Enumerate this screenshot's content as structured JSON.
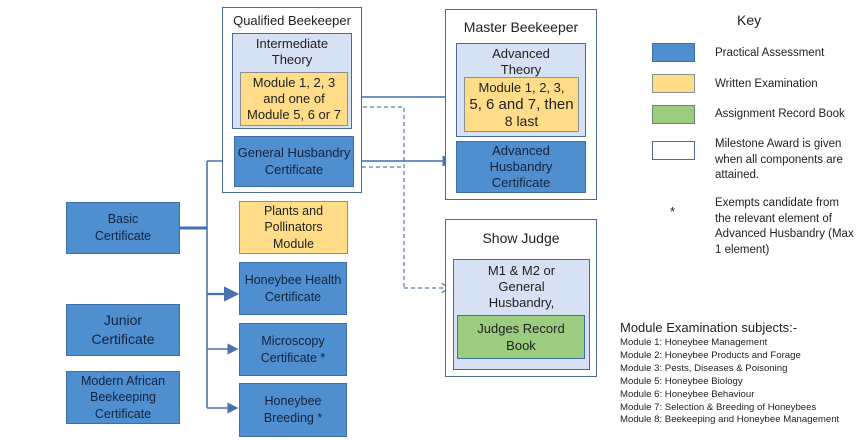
{
  "qualified_beekeeper": {
    "title": "Qualified Beekeeper",
    "intermediate_theory": {
      "title_line1": "Intermediate",
      "title_line2": "Theory",
      "exam_line1": "Module 1, 2, 3",
      "exam_line2": "and one of",
      "exam_line3": "Module 5, 6 or 7"
    },
    "general_husbandry": {
      "line1": "General Husbandry",
      "line2": "Certificate"
    }
  },
  "master_beekeeper": {
    "title": "Master Beekeeper",
    "advanced_theory": {
      "title_line1": "Advanced",
      "title_line2": "Theory",
      "exam_line1": "Module 1, 2, 3,",
      "exam_line2": "5, 6 and 7, then",
      "exam_line3": "8 last"
    },
    "advanced_husbandry": {
      "line1": "Advanced",
      "line2": "Husbandry",
      "line3": "Certificate"
    }
  },
  "show_judge": {
    "title": "Show Judge",
    "req_line1": "M1 & M2 or",
    "req_line2": "General",
    "req_line3": "Husbandry,",
    "record_line1": "Judges Record",
    "record_line2": "Book"
  },
  "left_column": {
    "basic": {
      "line1": "Basic",
      "line2": "Certificate"
    },
    "junior": {
      "line1": "Junior",
      "line2": "Certificate"
    },
    "modern_african": {
      "line1": "Modern African",
      "line2": "Beekeeping",
      "line3": "Certificate"
    }
  },
  "middle_column": {
    "plants": {
      "line1": "Plants and",
      "line2": "Pollinators",
      "line3": "Module"
    },
    "health": {
      "line1": "Honeybee Health",
      "line2": "Certificate"
    },
    "microscopy": {
      "line1": "Microscopy",
      "line2": "Certificate *"
    },
    "breeding": {
      "line1": "Honeybee",
      "line2": "Breeding *"
    }
  },
  "key": {
    "title": "Key",
    "items": [
      {
        "label": "Practical Assessment",
        "color": "#4f8fd0"
      },
      {
        "label": "Written Examination",
        "color": "#ffdd88"
      },
      {
        "label": "Assignment Record Book",
        "color": "#9ccc80"
      },
      {
        "label_line1": "Milestone Award is given",
        "label_line2": "when all components are",
        "label_line3": "attained.",
        "color": "#ffffff"
      }
    ],
    "asterisk": {
      "symbol": "*",
      "line1": "Exempts candidate from",
      "line2": "the relevant element of",
      "line3": "Advanced Husbandry (Max",
      "line4": "1 element)"
    }
  },
  "modules": {
    "title": "Module Examination subjects:-",
    "items": [
      "Module 1: Honeybee Management",
      "Module 2: Honeybee Products and Forage",
      "Module 3: Pests, Diseases & Poisoning",
      "Module 5: Honeybee Biology",
      "Module 6: Honeybee Behaviour",
      "Module 7: Selection & Breeding of Honeybees",
      "Module 8: Beekeeping and Honeybee Management"
    ]
  }
}
